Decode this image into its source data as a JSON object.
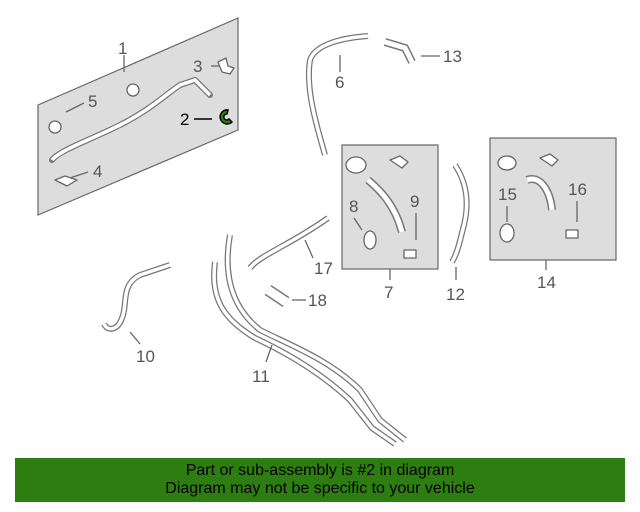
{
  "callouts": {
    "n1": "1",
    "n2": "2",
    "n3": "3",
    "n4": "4",
    "n5": "5",
    "n6": "6",
    "n7": "7",
    "n8": "8",
    "n9": "9",
    "n10": "10",
    "n11": "11",
    "n12": "12",
    "n13": "13",
    "n14": "14",
    "n15": "15",
    "n16": "16",
    "n17": "17",
    "n18": "18"
  },
  "highlight_color": "#2e7d10",
  "banner": {
    "line1": "Part or sub-assembly is #2 in diagram",
    "line2": "Diagram may not be specific to your vehicle"
  }
}
